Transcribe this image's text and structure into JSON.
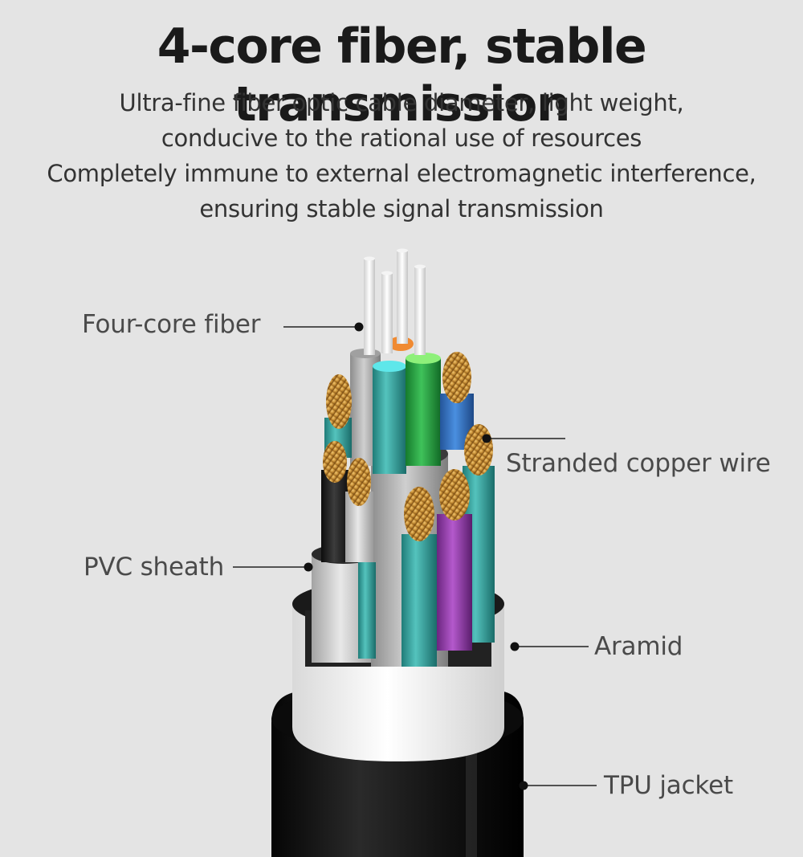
{
  "title": "4-core fiber, stable transmission",
  "description": [
    "Ultra-fine fiber optic cable diameter, light weight,",
    "conducive to the rational use of resources",
    "Completely immune to external electromagnetic interference,",
    "ensuring stable signal transmission"
  ],
  "callouts": {
    "fiber": "Four-core fiber",
    "copper": "Stranded copper wire",
    "pvc": "PVC sheath",
    "aramid": "Aramid",
    "tpu": "TPU jacket"
  },
  "colors": {
    "background": "#e4e4e4",
    "jacket": "#151515",
    "aramid": "#f4f4f4",
    "copper": "#c9953f",
    "teal": "#3aa9a3",
    "green": "#2fa84a",
    "blue": "#3a78c8",
    "purple": "#9a3fb0"
  }
}
